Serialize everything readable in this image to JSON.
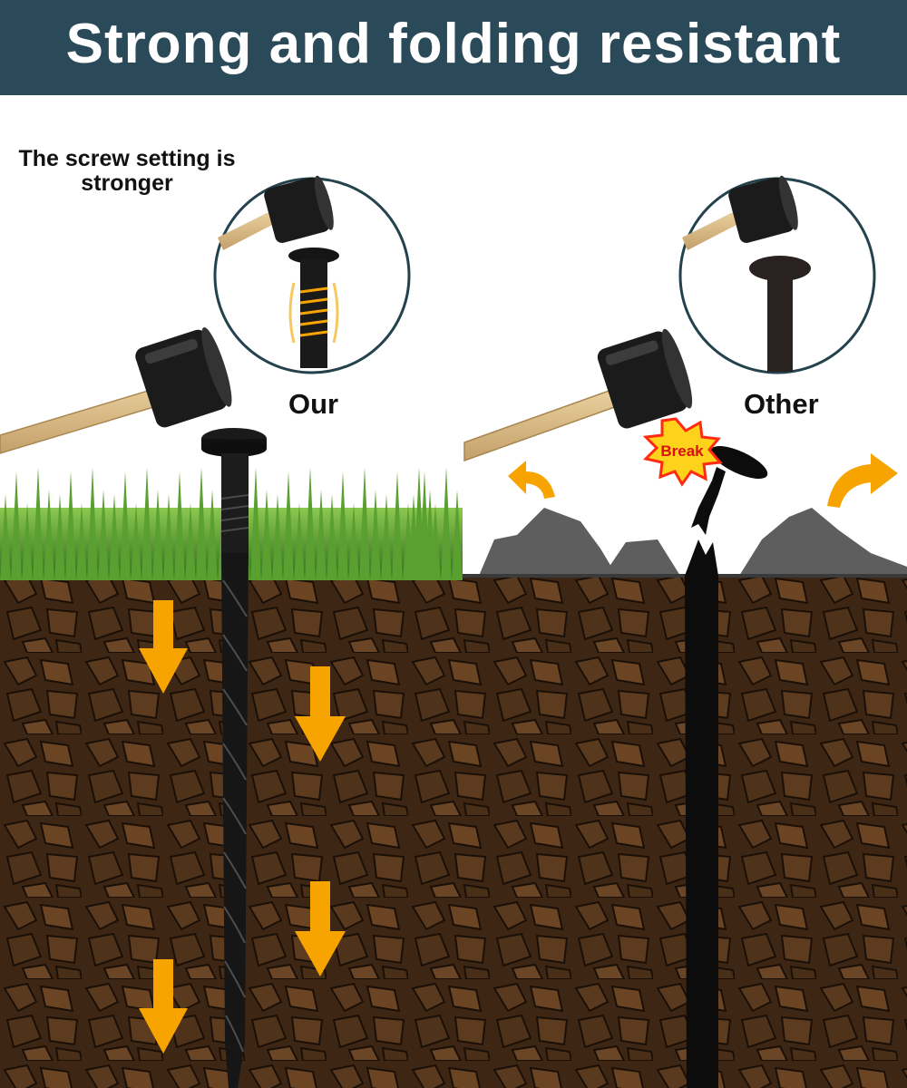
{
  "banner": {
    "title": "Strong and folding resistant",
    "background_color": "#2a4a5a"
  },
  "left_panel": {
    "note": "The screw setting is stronger",
    "label": "Our"
  },
  "right_panel": {
    "label": "Other",
    "burst_text": "Break"
  },
  "colors": {
    "arrow": "#f7a400",
    "soil": "#3e2614",
    "grass": "#4e8f2a",
    "rock": "#5e5e5e",
    "stake": "#141414",
    "burst_fill": "#ffd21c",
    "burst_edge": "#ff2a10"
  },
  "icons": [
    "hammer-icon",
    "screw-stake-icon",
    "down-arrow-icon",
    "curved-arrow-icon",
    "rock-icon",
    "burst-icon"
  ]
}
